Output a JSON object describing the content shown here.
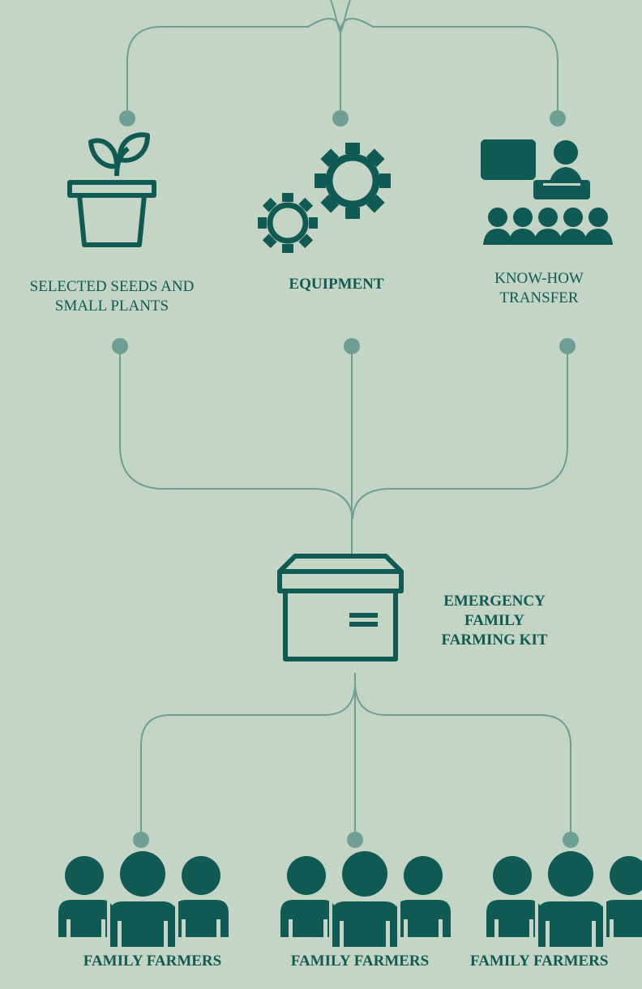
{
  "colors": {
    "background": "#c4d4c5",
    "icon": "#0f5a52",
    "connector": "#6f9e95"
  },
  "inputs": [
    {
      "label_lines": [
        "SELECTED SEEDS AND",
        "SMALL PLANTS"
      ],
      "icon": "plant-pot-icon"
    },
    {
      "label": "EQUIPMENT",
      "icon": "gears-icon"
    },
    {
      "label_lines": [
        "KNOW-HOW",
        "TRANSFER"
      ],
      "icon": "training-icon"
    }
  ],
  "kit": {
    "label_lines": [
      "EMERGENCY",
      "FAMILY",
      "FARMING KIT"
    ],
    "icon": "box-icon"
  },
  "recipients": [
    {
      "label": "FAMILY FARMERS",
      "icon": "people-icon"
    },
    {
      "label": "FAMILY FARMERS",
      "icon": "people-icon"
    },
    {
      "label": "FAMILY FARMERS",
      "icon": "people-icon"
    }
  ]
}
